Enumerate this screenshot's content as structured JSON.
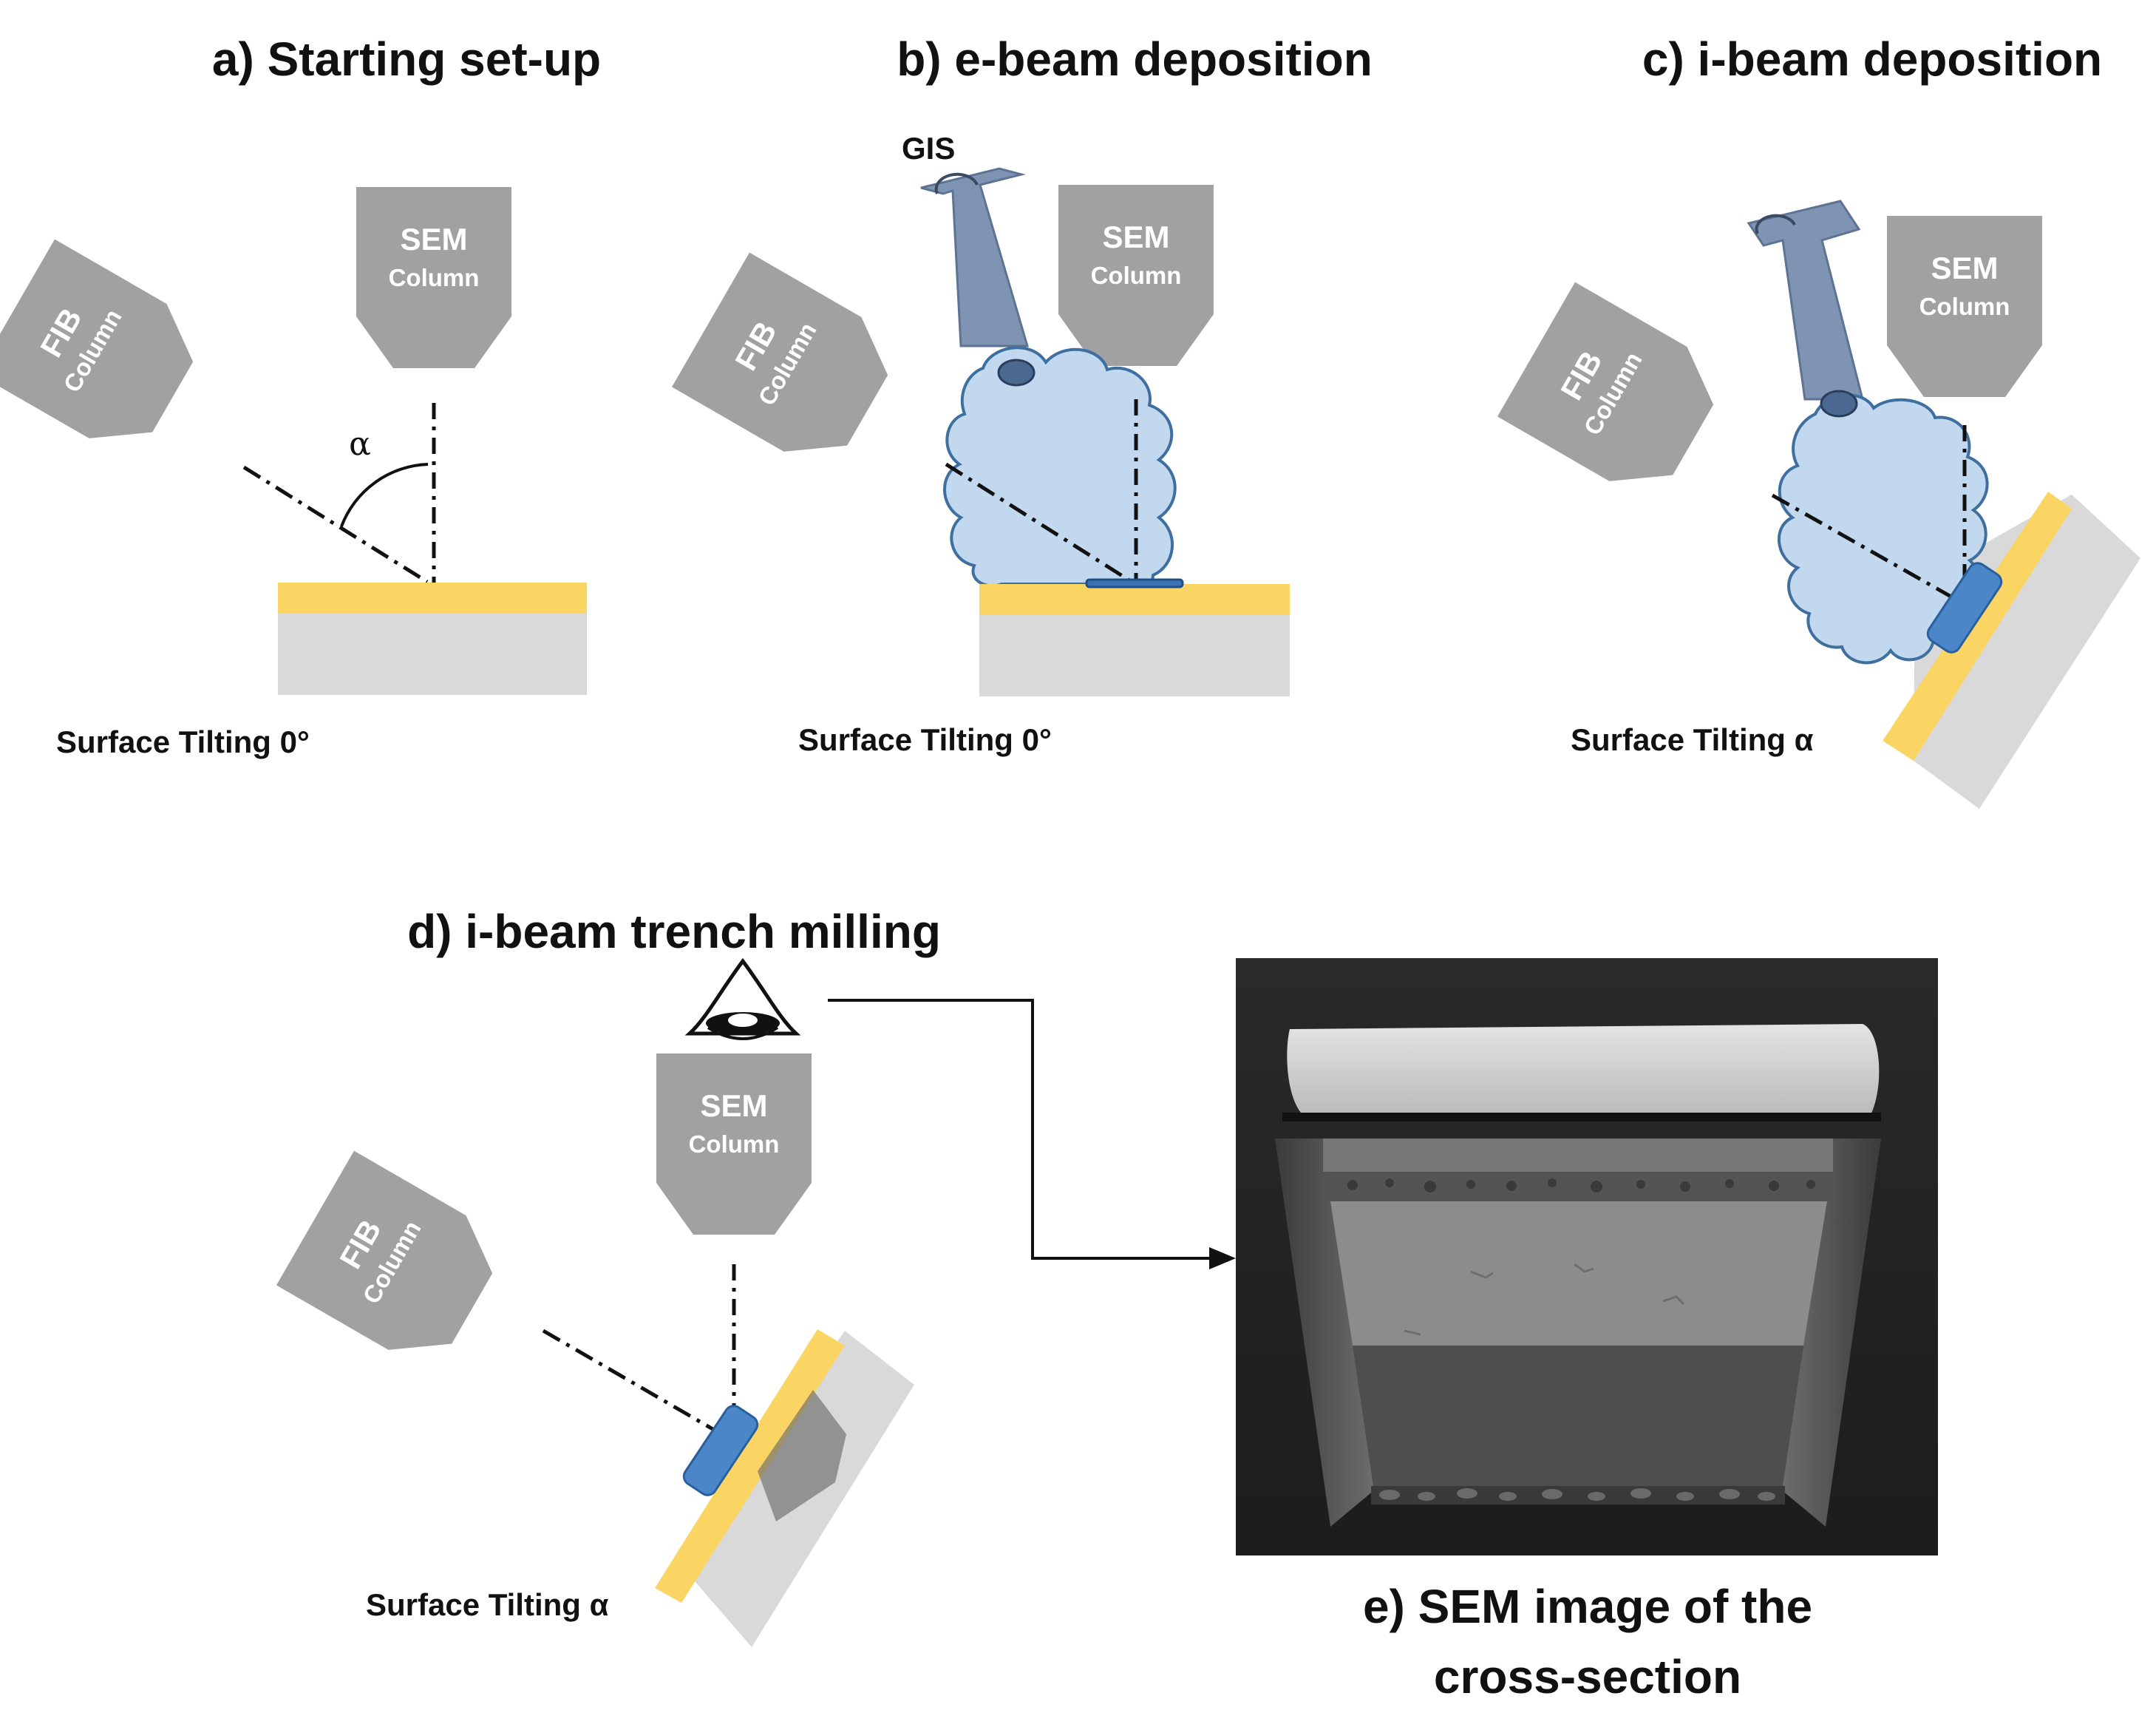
{
  "panels": {
    "a": {
      "title": "a) Starting set-up",
      "caption": "Surface Tilting 0°",
      "angle_label": "α"
    },
    "b": {
      "title": "b) e-beam deposition",
      "caption": "Surface Tilting 0°",
      "gis_label": "GIS"
    },
    "c": {
      "title": "c) i-beam deposition",
      "caption": "Surface Tilting α"
    },
    "d": {
      "title": "d) i-beam trench milling",
      "caption": "Surface Tilting α"
    },
    "e": {
      "title_line1": "e) SEM image of the",
      "title_line2": "cross-section"
    }
  },
  "columns": {
    "sem_line1": "SEM",
    "sem_line2": "Column",
    "fib_line1": "FIB",
    "fib_line2": "Column"
  },
  "colors": {
    "column_gray": "#a1a1a1",
    "coating_gold": "#fbd563",
    "substrate_gray": "#d9d9d9",
    "cloud_blue": "#c2d8ee",
    "deposit_blue": "#4a86c8",
    "gis_blue": "#7f94b3"
  }
}
